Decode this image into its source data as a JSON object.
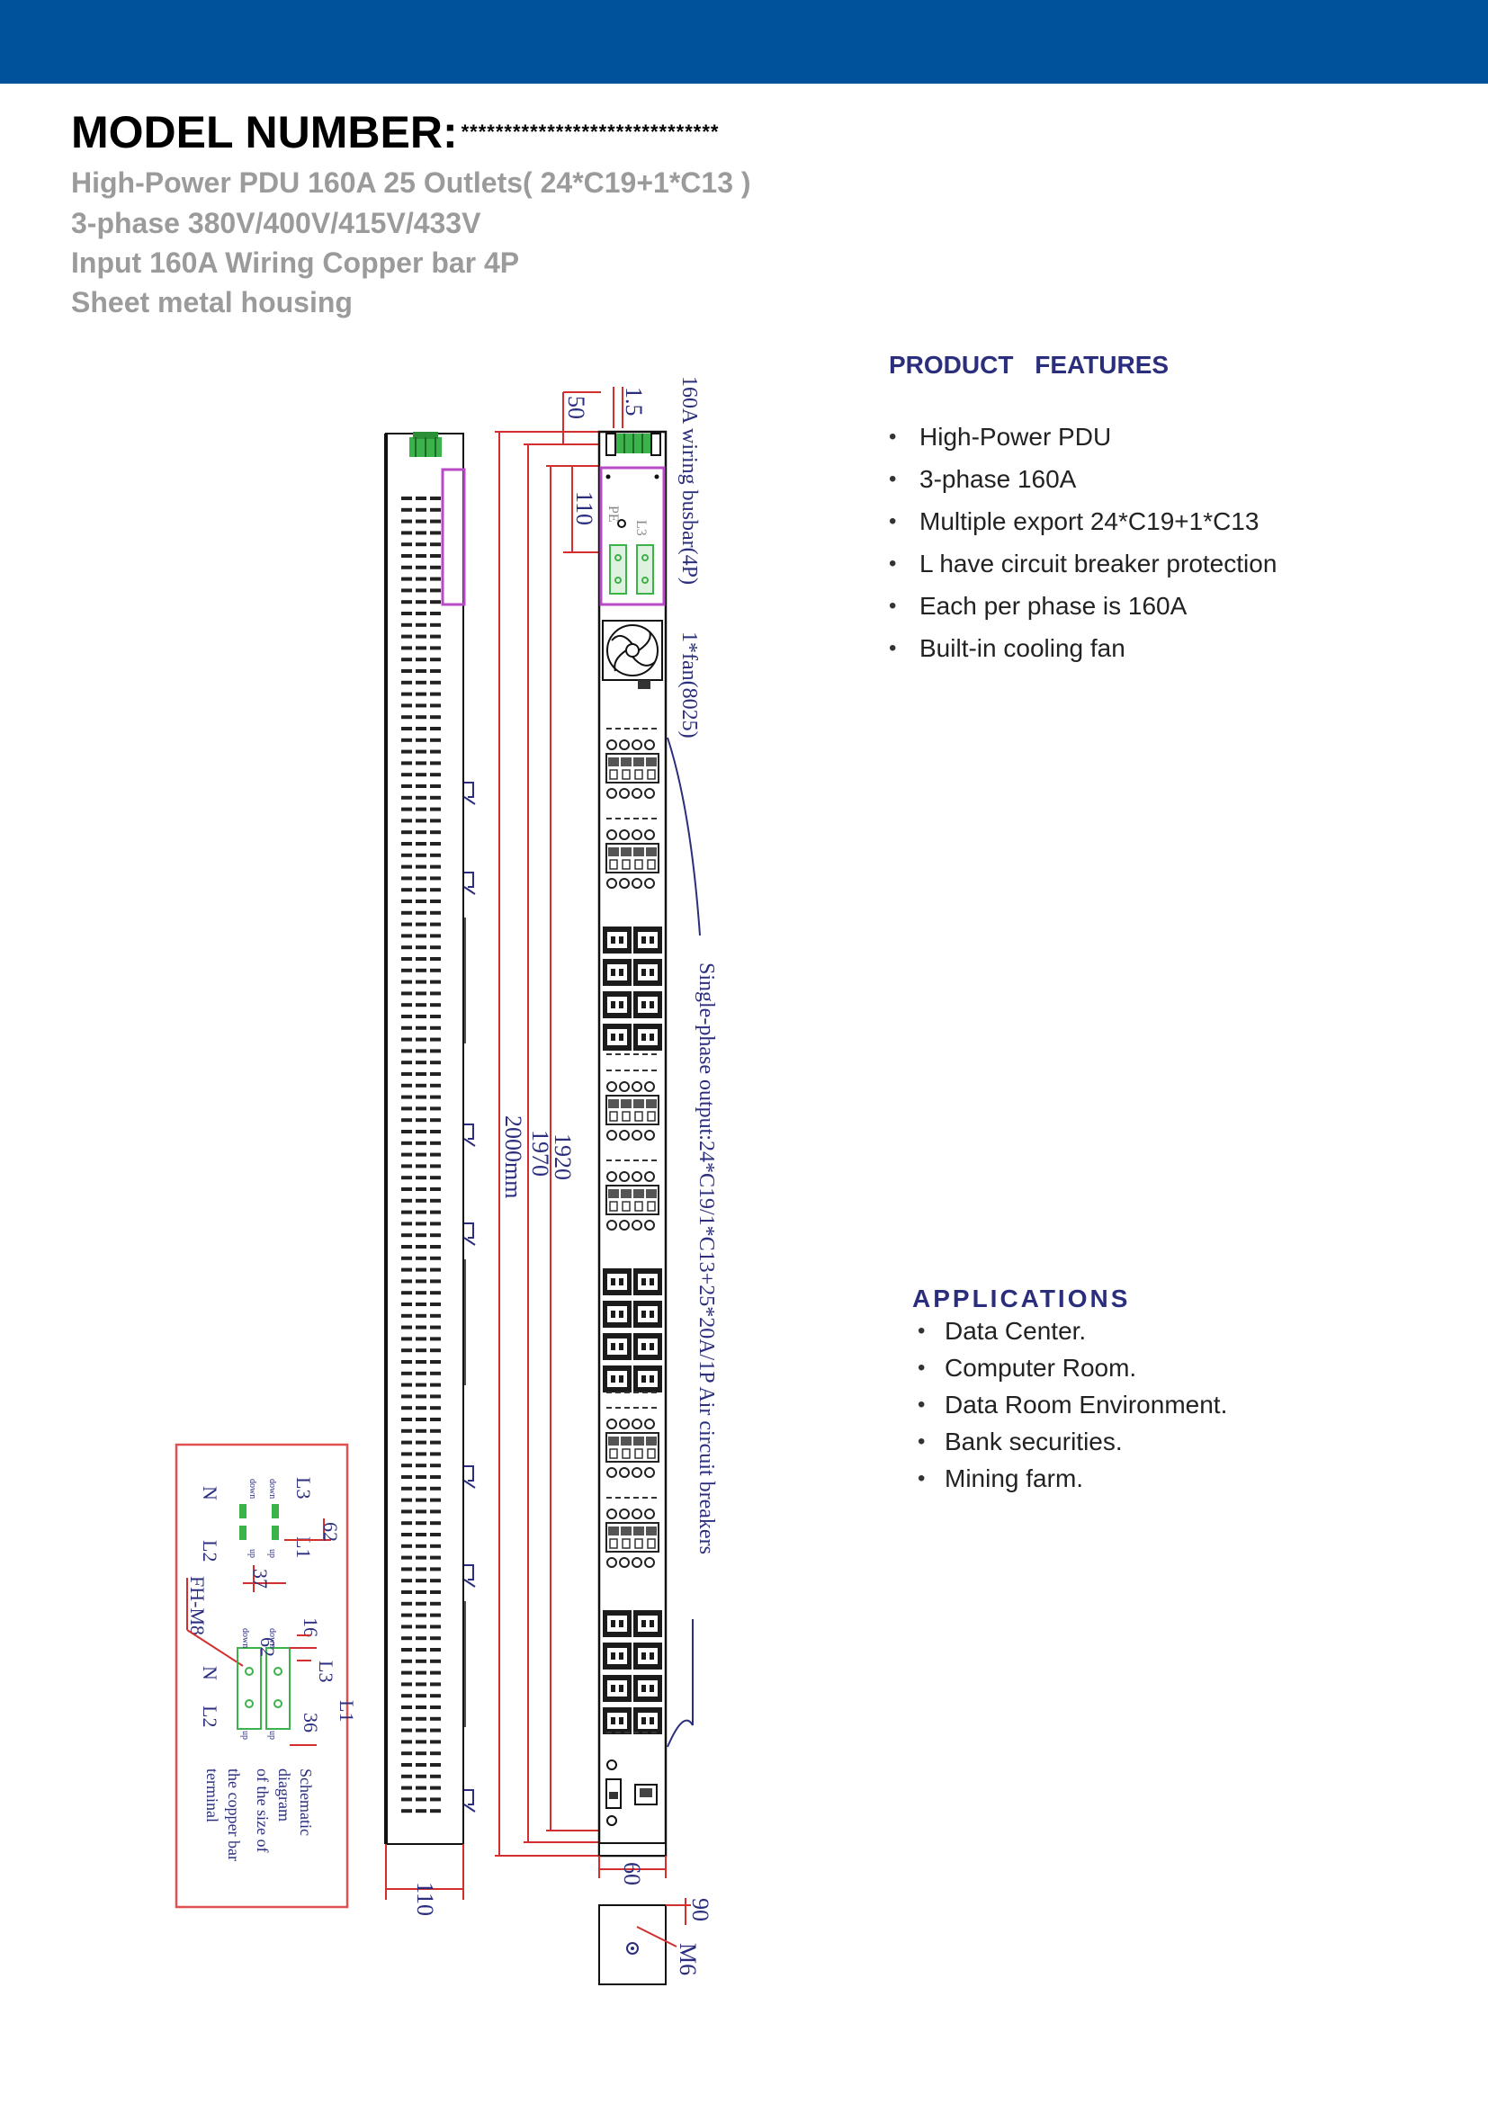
{
  "header": {
    "model_label": "MODEL NUMBER:",
    "model_value": "******************************"
  },
  "specs": [
    "High-Power PDU 160A 25 Outlets( 24*C19+1*C13 )",
    "3-phase 380V/400V/415V/433V",
    "Input 160A Wiring Copper bar 4P",
    "Sheet metal housing"
  ],
  "features": {
    "title": "PRODUCT FEATURES",
    "items": [
      "High-Power PDU",
      "3-phase 160A",
      "Multiple export 24*C19+1*C13",
      "L have circuit breaker protection",
      "Each per phase is 160A",
      "Built-in cooling fan"
    ]
  },
  "applications": {
    "title": "APPLICATIONS",
    "items": [
      "Data Center.",
      "Computer Room.",
      "Data Room Environment.",
      "Bank securities.",
      "Mining farm."
    ]
  },
  "drawing": {
    "dims": {
      "d1_5": "1.5",
      "d50": "50",
      "d110_top": "110",
      "d1920": "1920",
      "d1970": "1970",
      "d2000": "2000mm",
      "d110_bottom": "110",
      "d60": "60",
      "d90": "90",
      "m6": "M6"
    },
    "annotations": {
      "busbar": "160A wiring busbar(4P)",
      "fan": "1*fan(8025)",
      "output": "Single-phase output:24*C19/1*C13+25*20A/1P Air circuit breakers",
      "pe": "PE",
      "l3_top": "L3"
    },
    "schematic": {
      "caption_1": "Schematic",
      "caption_2": "diagram",
      "caption_3": "of the size of",
      "caption_4": "the copper bar",
      "caption_5": "terminal",
      "fh": "FH-M8",
      "l3": "L3",
      "l1": "L1",
      "n": "N",
      "l2": "L2",
      "l3b": "L3",
      "l1b": "L1",
      "nb": "N",
      "l2b": "L2",
      "d62": "62",
      "d37": "37",
      "d62b": "62",
      "d16": "16",
      "d36": "36",
      "down1": "down",
      "up1": "up",
      "down2": "down",
      "up2": "up",
      "down3": "down",
      "up3": "up",
      "down4": "down",
      "up4": "up"
    }
  }
}
